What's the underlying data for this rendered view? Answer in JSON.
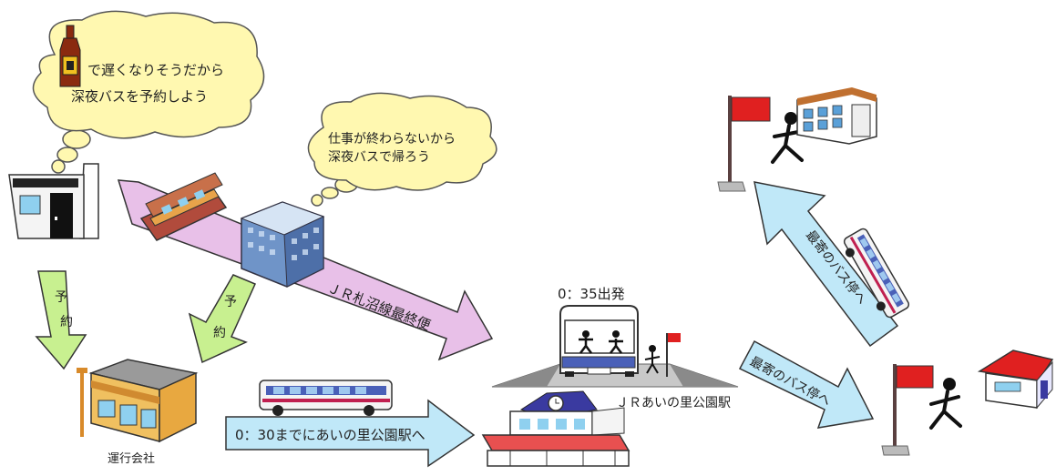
{
  "bubbles": {
    "home_line1": "で遅くなりそうだから",
    "home_line2": "深夜バスを予約しよう",
    "office_line1": "仕事が終わらないから",
    "office_line2": "深夜バスで帰ろう"
  },
  "arrows": {
    "train_last": "ＪＲ札沼線最終便",
    "reserve_left": [
      "予",
      "約"
    ],
    "reserve_right": [
      "予",
      "約"
    ],
    "to_station": "0：30までにあいの里公園駅へ",
    "to_stop_up": "最寄のバス停へ",
    "to_stop_down": "最寄のバス停へ"
  },
  "labels": {
    "operator": "運行会社",
    "departure": "0：35出発",
    "station": "ＪＲあいの里公園駅"
  },
  "colors": {
    "bubble": "#fff8b0",
    "train_arrow": "#e8c0e8",
    "reserve_arrow": "#c8f090",
    "bus_arrow": "#c0e8f8",
    "flag": "#e02020"
  },
  "icons": [
    "beer-bottle-icon",
    "house-icon",
    "office-building-icon",
    "train-icon",
    "bus-office-icon",
    "bus-station-icon",
    "bus-front-icon",
    "station-icon",
    "flag-icon",
    "person-walking-icon",
    "apartment-icon",
    "bus-side-icon"
  ]
}
